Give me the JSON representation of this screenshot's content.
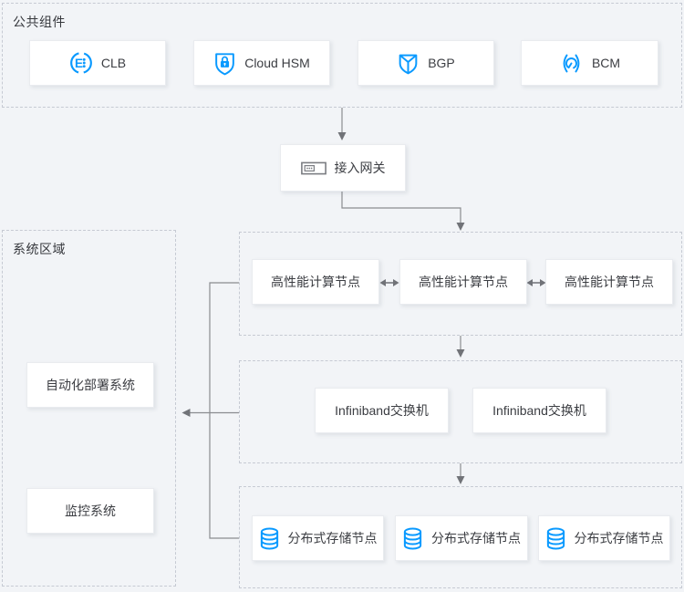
{
  "colors": {
    "accent_blue": "#0a9aff",
    "line_gray": "#8a8c90",
    "arrowhead_gray": "#717378",
    "background": "#f2f4f7",
    "icon_gray": "#7b7d82"
  },
  "public_components": {
    "label": "公共组件",
    "items": [
      {
        "label": "CLB",
        "icon": "clb-icon"
      },
      {
        "label": "Cloud HSM",
        "icon": "shield-lock-icon"
      },
      {
        "label": "BGP",
        "icon": "shield-split-icon"
      },
      {
        "label": "BCM",
        "icon": "gauge-icon"
      }
    ]
  },
  "gateway": {
    "label": "接入网关",
    "icon": "gateway-panel-icon"
  },
  "system_area": {
    "label": "系统区域",
    "items": [
      {
        "label": "自动化部署系统"
      },
      {
        "label": "监控系统"
      }
    ]
  },
  "compute_cluster": {
    "nodes": [
      "高性能计算节点",
      "高性能计算节点",
      "高性能计算节点"
    ]
  },
  "switch_cluster": {
    "nodes": [
      "Infiniband交换机",
      "Infiniband交换机"
    ]
  },
  "storage_cluster": {
    "icon": "database-icon",
    "nodes": [
      "分布式存储节点",
      "分布式存储节点",
      "分布式存储节点"
    ]
  }
}
